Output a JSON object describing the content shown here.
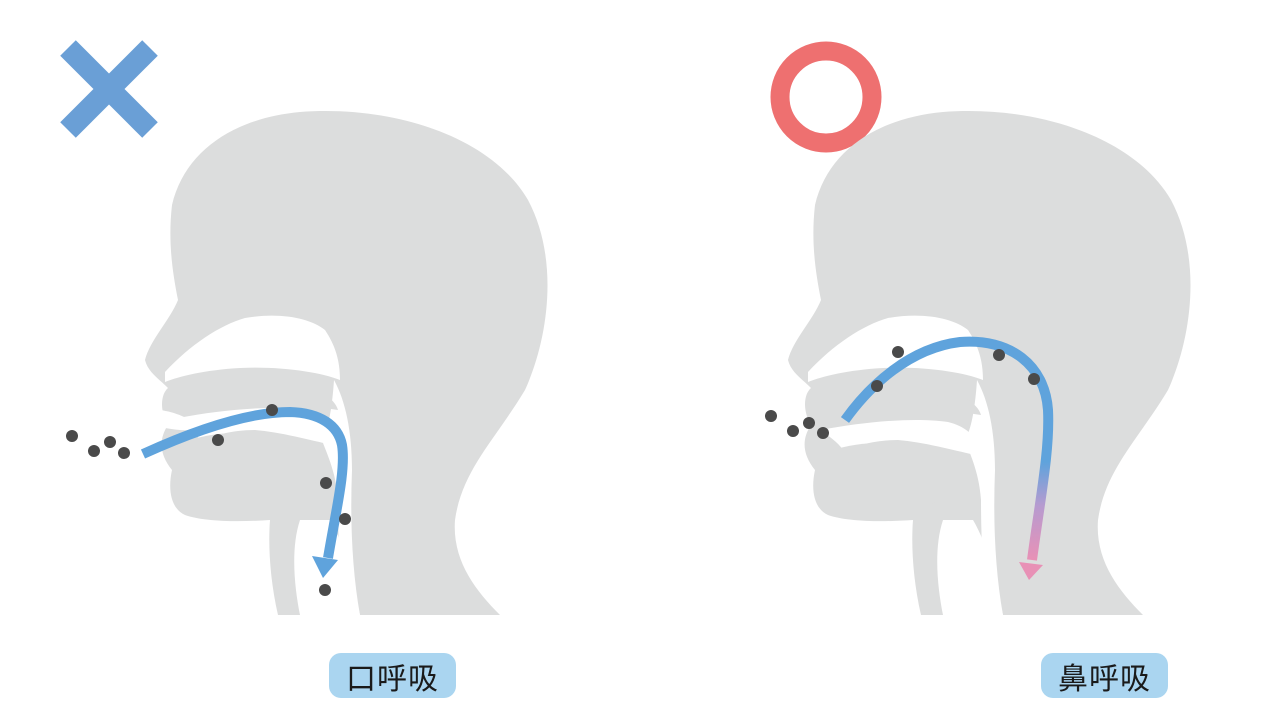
{
  "colors": {
    "background": "#ffffff",
    "silhouette": "#dcdddd",
    "airway_blue": "#5fa3dc",
    "airway_pink": "#e891b6",
    "cross_blue": "#6a9fd6",
    "circle_red": "#ee7070",
    "germ": "#4a4a4a",
    "label_bg": "#aad5f0",
    "label_text": "#1a1a1a"
  },
  "panels": [
    {
      "id": "mouth-breathing",
      "verdict_icon": "cross-mark",
      "verdict": "bad",
      "label": "口呼吸",
      "airflow_route": "mouth"
    },
    {
      "id": "nose-breathing",
      "verdict_icon": "circle-mark",
      "verdict": "good",
      "label": "鼻呼吸",
      "airflow_route": "nose"
    }
  ]
}
